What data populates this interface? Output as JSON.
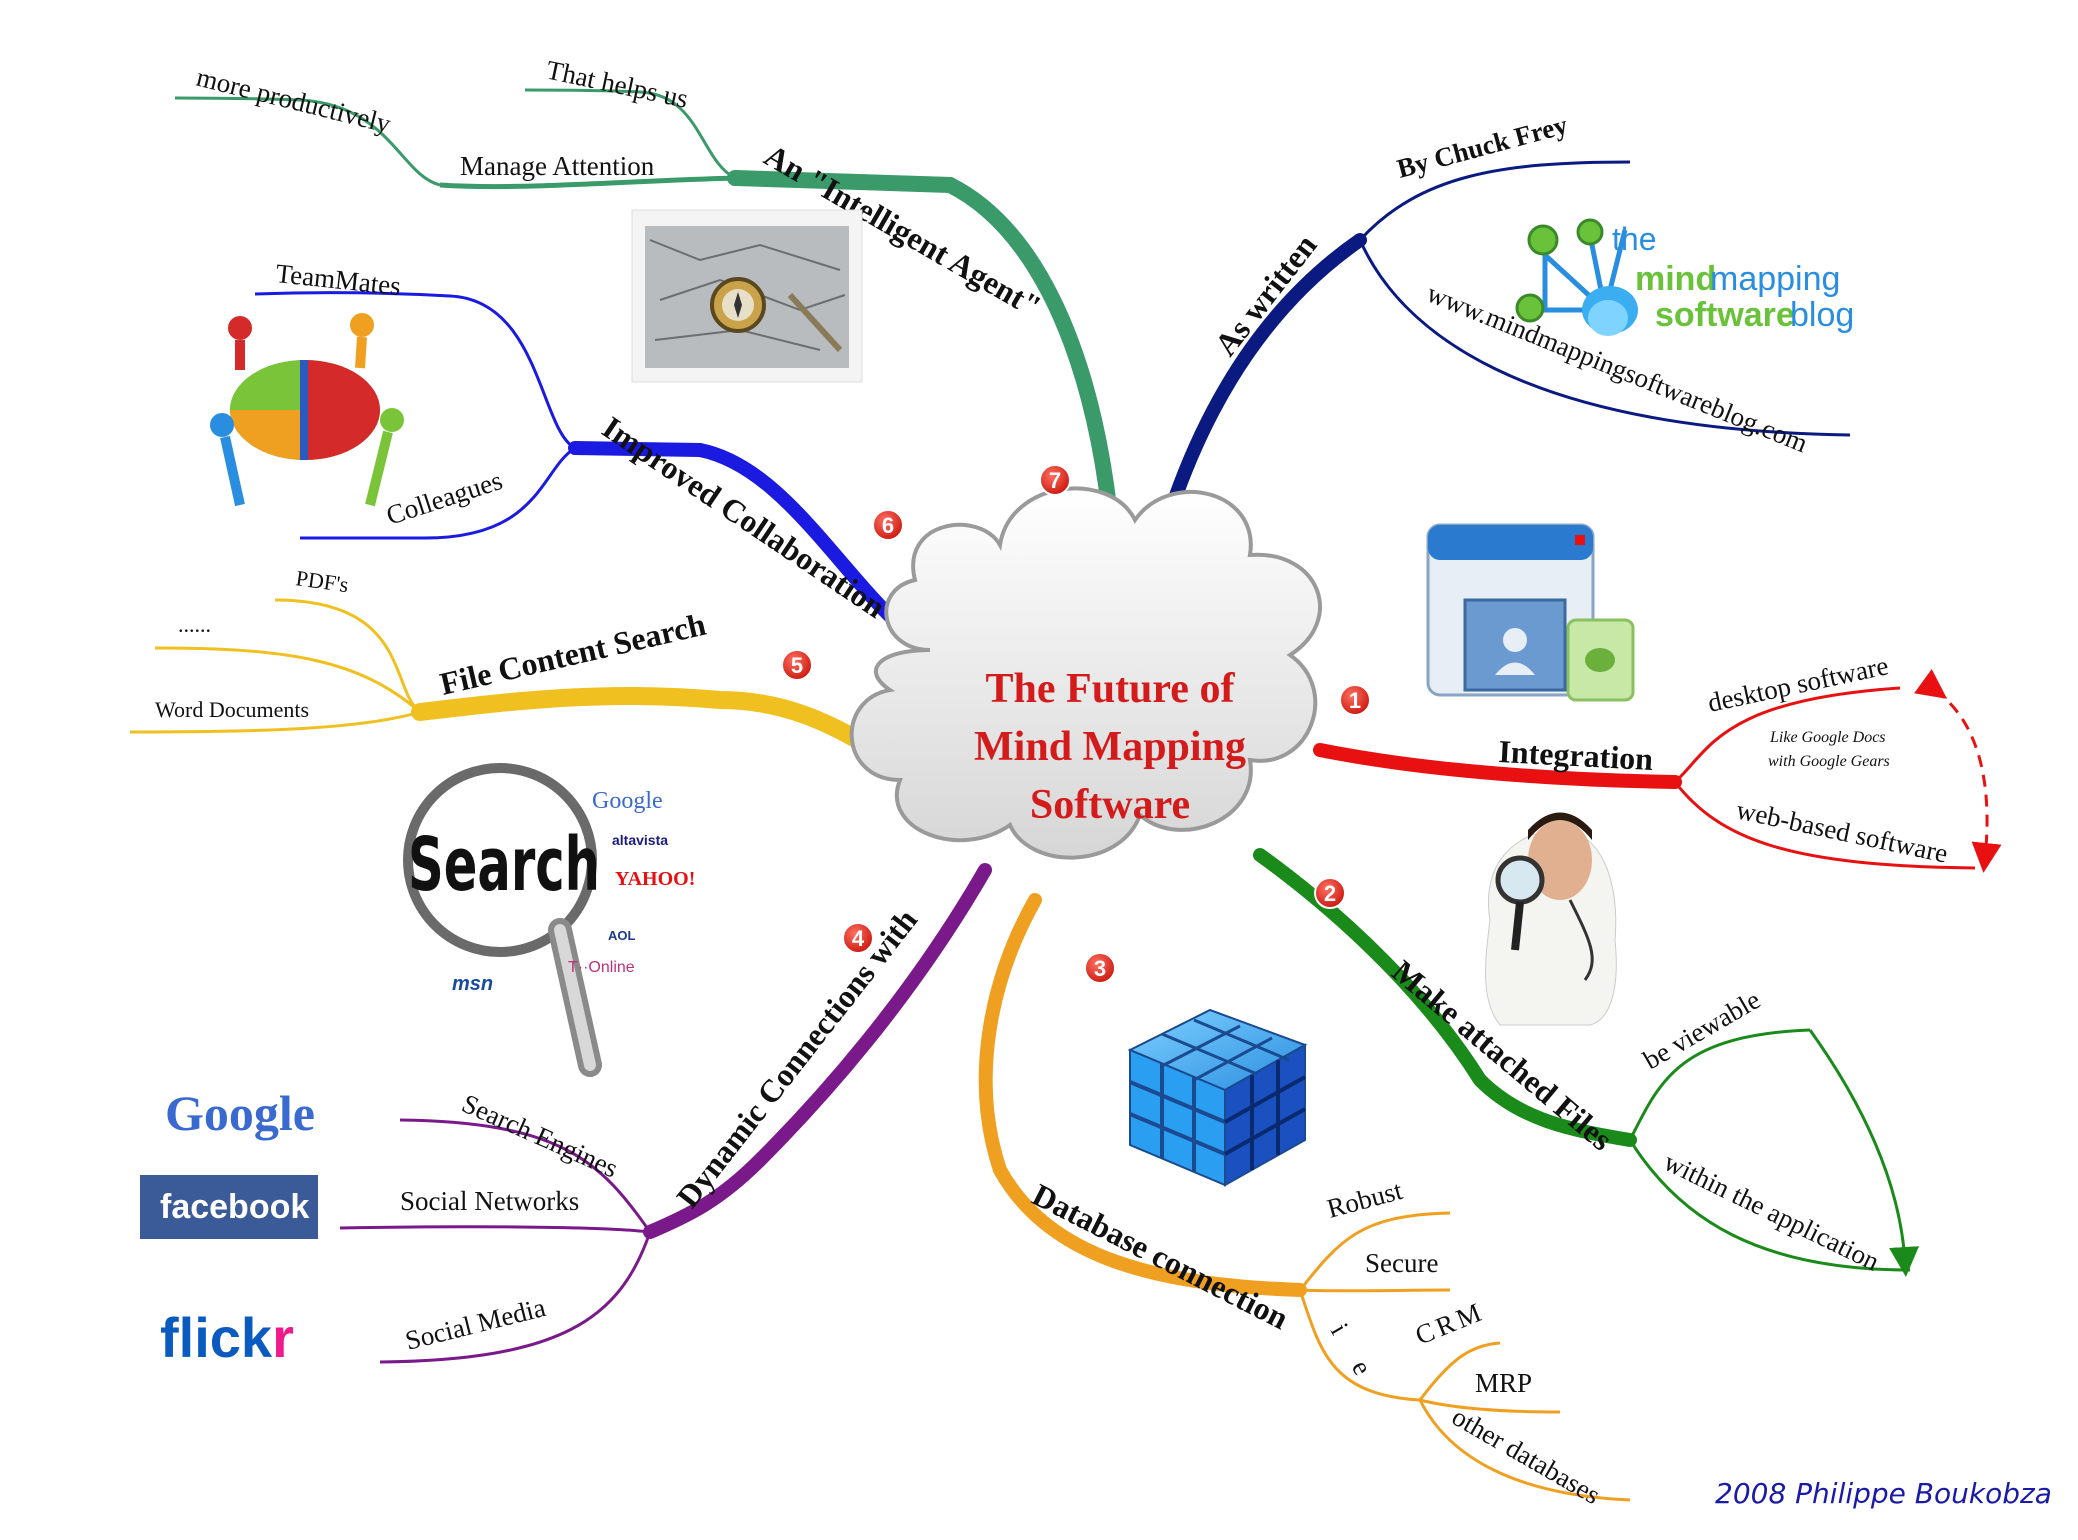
{
  "center": {
    "title_lines": [
      "The Future of",
      "Mind Mapping",
      "Software"
    ]
  },
  "branches": {
    "intelligent_agent": {
      "label": "An \"Intelligent Agent\"",
      "badge": "7",
      "color": "#3a9a6a",
      "sub": {
        "manage": "Manage Attention",
        "helps": "That helps us",
        "productive": "more productively"
      }
    },
    "as_written": {
      "label": "As written",
      "color": "#0a1a80",
      "sub": {
        "author": "By Chuck Frey",
        "url": "www.mindmappingsoftwareblog.com"
      }
    },
    "collaboration": {
      "label": "Improved Collaboration",
      "badge": "6",
      "color": "#1a1ae0",
      "sub": {
        "teammates": "TeamMates",
        "colleagues": "Colleagues"
      }
    },
    "file_search": {
      "label": "File Content Search",
      "badge": "5",
      "color": "#f0c020",
      "sub": {
        "pdfs": "PDF's",
        "dots": "......",
        "word": "Word Documents"
      }
    },
    "integration": {
      "label": "Integration",
      "badge": "1",
      "color": "#e81010",
      "sub": {
        "desktop": "desktop software",
        "web": "web-based software",
        "note1": "Like Google Docs",
        "note2": "with Google Gears"
      }
    },
    "attached_files": {
      "label": "Make attached Files",
      "badge": "2",
      "color": "#1a8a1a",
      "sub": {
        "viewable": "be viewable",
        "within": "within the application"
      }
    },
    "database": {
      "label": "Database connection",
      "badge": "3",
      "color": "#f0a020",
      "sub": {
        "robust": "Robust",
        "secure": "Secure",
        "ie": "i e",
        "crm": "CRM",
        "mrp": "MRP",
        "other": "other databases"
      }
    },
    "dynamic": {
      "label": "Dynamic Connections with",
      "badge": "4",
      "color": "#7a1a8a",
      "sub": {
        "search": "Search Engines",
        "social_net": "Social Networks",
        "social_media": "Social Media"
      }
    }
  },
  "logos": {
    "blog_the": "the",
    "blog_mind": "mind",
    "blog_mapping": "mapping",
    "blog_software": "software",
    "blog_blog": "blog",
    "google": "Google",
    "facebook": "facebook",
    "flickr_a": "flick",
    "flickr_b": "r",
    "search_word": "Search",
    "engine_google": "Google",
    "engine_altavista": "altavista",
    "engine_yahoo": "YAHOO!",
    "engine_aol": "AOL",
    "engine_msn": "msn",
    "engine_tonline": "T··Online"
  },
  "credit": "2008 Philippe Boukobza"
}
